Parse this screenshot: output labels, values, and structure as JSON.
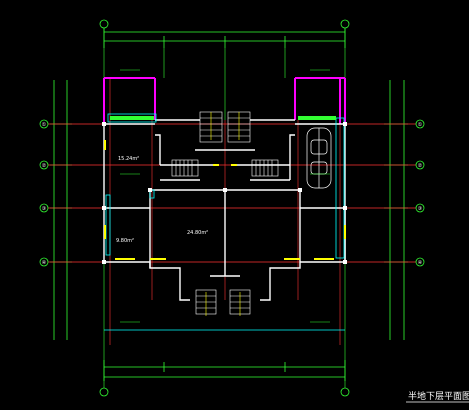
{
  "drawing": {
    "title": "半地下层平面图",
    "rooms": {
      "area_left_top": "15.24m²",
      "area_center": "24.80m²",
      "area_left_small": "9.80m²"
    },
    "axis_left": [
      "①",
      "②",
      "③",
      "④"
    ],
    "axis_right": [
      "①",
      "②",
      "③",
      "④"
    ],
    "colors": {
      "background": "#000000",
      "grid_line": "#ff3333",
      "wall_magenta": "#ff00ff",
      "wall_white": "#ffffff",
      "dimension": "#33ff33",
      "window": "#ffff00",
      "cyan": "#00ffff"
    }
  }
}
